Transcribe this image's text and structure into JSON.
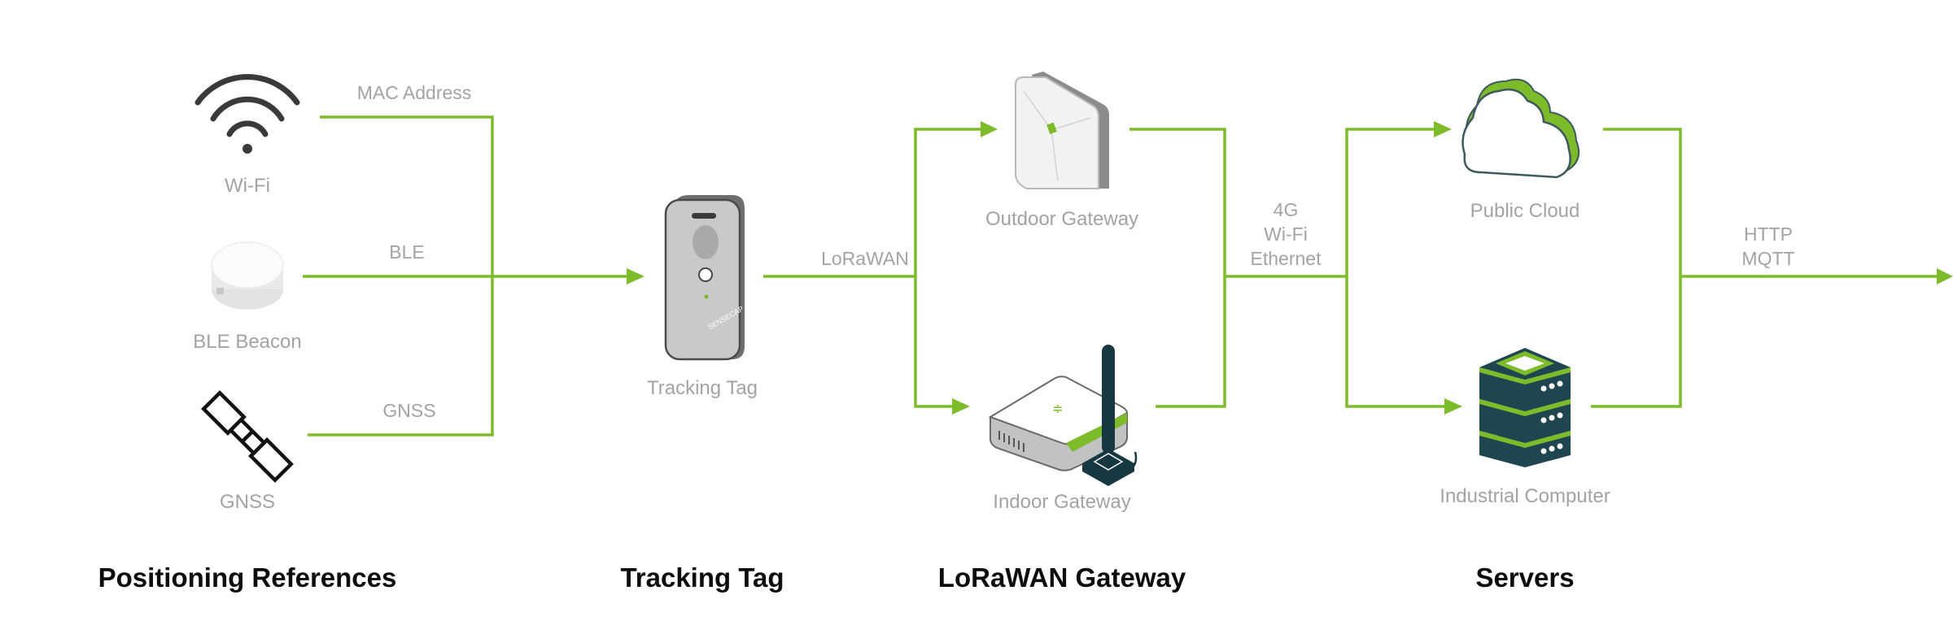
{
  "nodes": {
    "wifi": "Wi-Fi",
    "ble_beacon": "BLE Beacon",
    "gnss": "GNSS",
    "tracking_tag": "Tracking Tag",
    "outdoor_gateway": "Outdoor Gateway",
    "indoor_gateway": "Indoor Gateway",
    "public_cloud": "Public Cloud",
    "industrial_computer": "Industrial Computer"
  },
  "edges": {
    "mac_address": "MAC Address",
    "ble": "BLE",
    "gnss": "GNSS",
    "lorawan": "LoRaWAN",
    "backhaul": [
      "4G",
      "Wi-Fi",
      "Ethernet"
    ],
    "protocols": [
      "HTTP",
      "MQTT"
    ]
  },
  "categories": {
    "positioning": "Positioning References",
    "tag": "Tracking Tag",
    "gateway": "LoRaWAN Gateway",
    "servers": "Servers"
  },
  "colors": {
    "accent": "#7dbb2b",
    "label": "#a3a3a3",
    "heading": "#0d0d0d"
  }
}
